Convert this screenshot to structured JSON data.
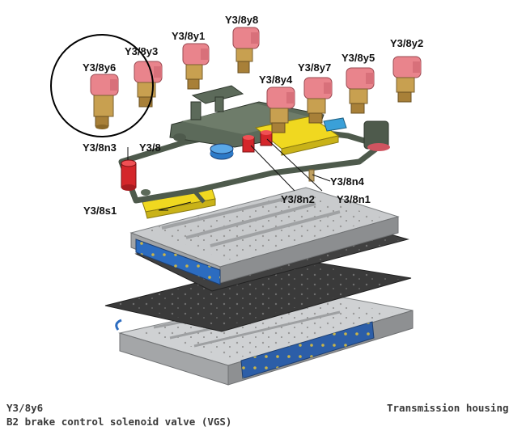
{
  "labels": {
    "y3_8y1": "Y3/8y1",
    "y3_8y8": "Y3/8y8",
    "y3_8y2": "Y3/8y2",
    "y3_8y3": "Y3/8y3",
    "y3_8y5": "Y3/8y5",
    "y3_8y7": "Y3/8y7",
    "y3_8y6": "Y3/8y6",
    "y3_8y4": "Y3/8y4",
    "y3_8n3": "Y3/8n3",
    "y3_8": "Y3/8",
    "y3_8n4": "Y3/8n4",
    "y3_8n2": "Y3/8n2",
    "y3_8n1": "Y3/8n1",
    "y3_8s1": "Y3/8s1"
  },
  "caption": {
    "code": "Y3/8y6",
    "description": "B2 brake control solenoid valve (VGS)",
    "context": "Transmission housing"
  },
  "colors": {
    "solenoid_head": "#e9848c",
    "solenoid_body": "#c8a050",
    "actuator": "#d4262a",
    "sensor_yellow": "#f0d820",
    "housing_blue": "#2c6cc0",
    "casting": "#b7b9bb",
    "carrier": "#4e5a4c",
    "plate": "#3c3c3c"
  }
}
